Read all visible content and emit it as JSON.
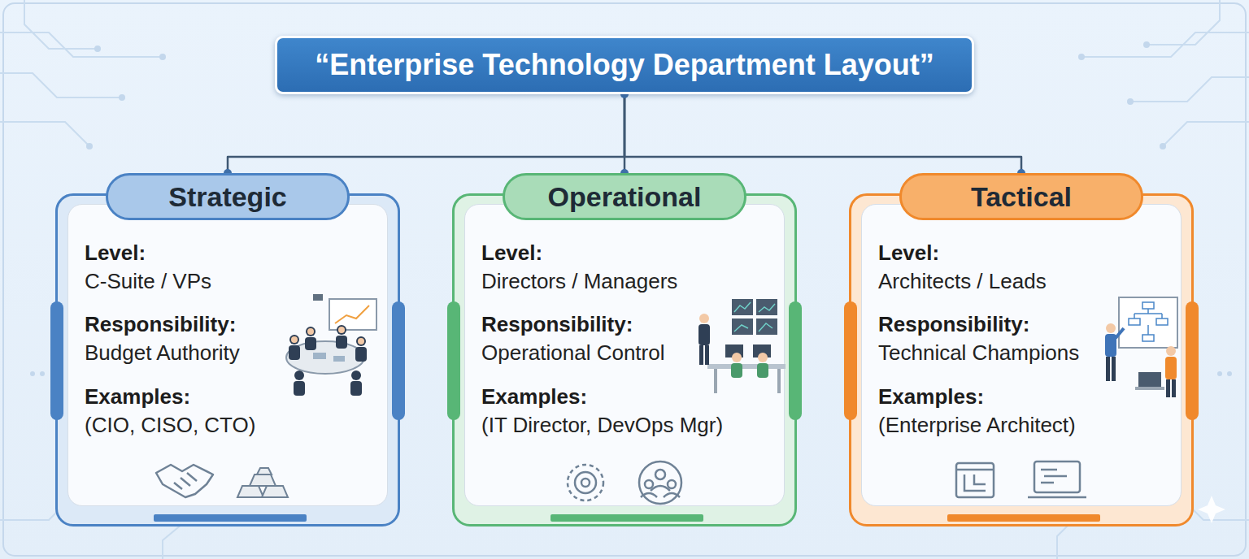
{
  "diagram": {
    "nodes": [
      {
        "text": [
          "“Enterprise Technology Department Layout”"
        ]
      },
      {
        "text": [
          "Strategic",
          "Level:",
          "C-Suite / VPs",
          "Responsibility:",
          "Budget Authority",
          "Examples:",
          "(CIO, CISO, CTO)"
        ]
      },
      {
        "text": [
          "Operational",
          "Level:",
          "Directors / Managers",
          "Responsibility:",
          "Operational Control",
          "Examples:",
          "(IT Director, DevOps Mgr)"
        ]
      },
      {
        "text": [
          "Tactical",
          "Level:",
          "Architects / Leads",
          "Responsibility:",
          "Technical Champions",
          "Examples:",
          "(Enterprise Architect)"
        ]
      }
    ],
    "edges": [
      {
        "from": 0,
        "to": 1,
        "arrow": "none"
      },
      {
        "from": 0,
        "to": 2,
        "arrow": "none"
      },
      {
        "from": 0,
        "to": 3,
        "arrow": "none"
      }
    ]
  }
}
